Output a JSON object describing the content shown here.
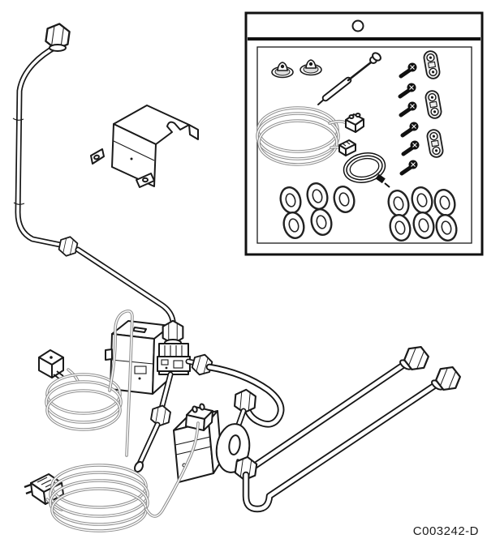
{
  "figure": {
    "reference_code": "C003242-D",
    "style": "black-and-white technical line illustration",
    "subject": "diverter-valve and pump kit with accessory bag"
  },
  "colors": {
    "background": "#ffffff",
    "line": "#1a1a1a",
    "cable_gray": "#8d8d8d"
  },
  "parts": {
    "kit_box": {
      "label": "accessory kit bag",
      "items": [
        {
          "name": "grommet",
          "count": 2
        },
        {
          "name": "sensor-probe",
          "count": 1
        },
        {
          "name": "screw",
          "count": 6
        },
        {
          "name": "retaining-clip",
          "count": 3
        },
        {
          "name": "coiled-sensor-cable-with-connectors",
          "count": 1
        },
        {
          "name": "hose-clamp",
          "count": 1
        },
        {
          "name": "washer",
          "count": 11
        }
      ]
    },
    "assembly": {
      "label": "main assembly",
      "items": [
        {
          "name": "inlet-pipe-with-union-nut",
          "count": 1
        },
        {
          "name": "mounting-bracket",
          "count": 1
        },
        {
          "name": "diverter-valve-with-actuator",
          "count": 1
        },
        {
          "name": "circulation-pump",
          "count": 1
        },
        {
          "name": "outlet-pipe-with-union-nut",
          "count": 2
        },
        {
          "name": "actuator-cable-with-square-connector",
          "count": 1
        },
        {
          "name": "pump-power-cable-with-plug",
          "count": 1
        }
      ]
    }
  }
}
